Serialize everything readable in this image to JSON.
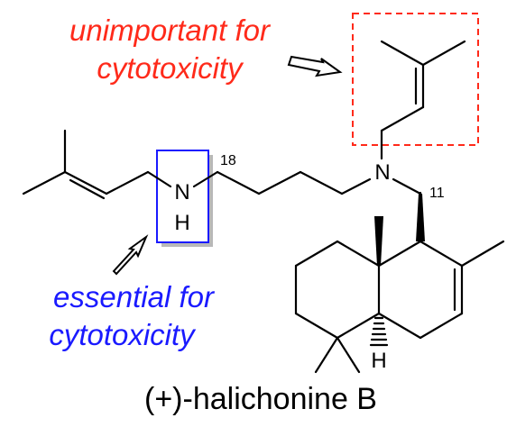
{
  "compound_name": "(+)-halichonine B",
  "annotations": {
    "unimportant_line1": "unimportant for",
    "unimportant_line2": "cytotoxicity",
    "essential_line1": "essential for",
    "essential_line2": "cytotoxicity"
  },
  "atoms": {
    "amine_n": "N",
    "amine_h": "H",
    "tertiary_n": "N",
    "ring_h": "H"
  },
  "locants": {
    "c18": "18",
    "c11": "11"
  },
  "colors": {
    "unimportant": "#ff2a1a",
    "essential": "#1a1aff",
    "box_shadow": "#b8b8b8"
  }
}
